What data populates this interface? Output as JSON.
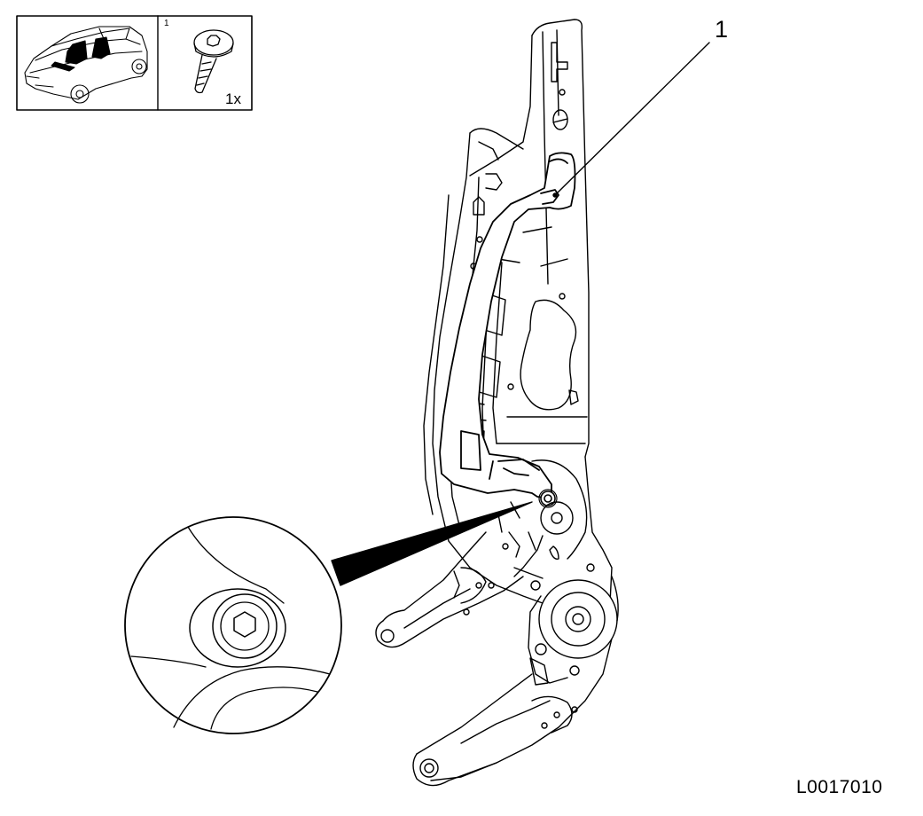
{
  "inset": {
    "part_number": "1",
    "quantity": "1x",
    "vehicle_icon": "car-seat-location-icon",
    "fastener_icon": "torx-bolt-icon"
  },
  "drawing": {
    "callout_label": "1",
    "detail_icon": "hex-socket-bolt-detail-icon",
    "subject_icon": "seat-backrest-frame-icon"
  },
  "figure_code": "L0017010",
  "colors": {
    "line": "#000000",
    "background": "#ffffff"
  }
}
